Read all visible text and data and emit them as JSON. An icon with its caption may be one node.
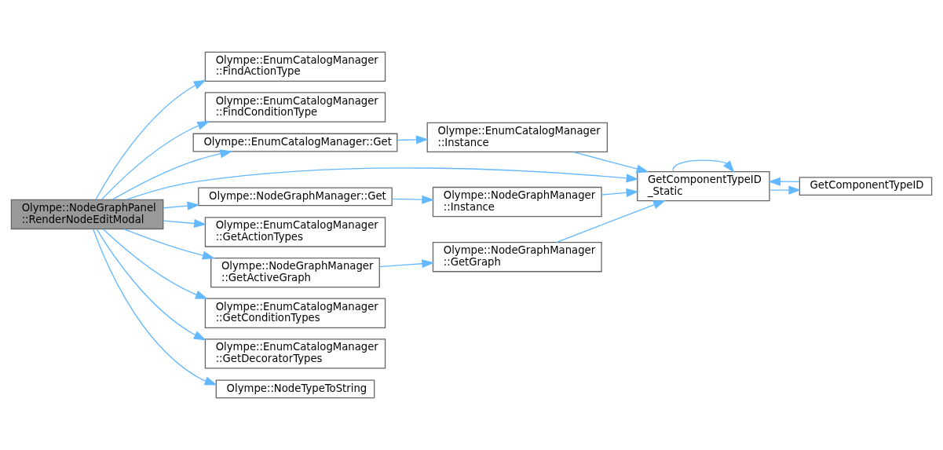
{
  "diagram": {
    "nodes": [
      {
        "text": [
          "Olympe::NodeGraphPanel ::RenderNodeEditModal"
        ]
      },
      {
        "text": [
          "Olympe::EnumCatalogManager ::FindActionType"
        ]
      },
      {
        "text": [
          "Olympe::EnumCatalogManager ::FindConditionType"
        ]
      },
      {
        "text": [
          "Olympe::EnumCatalogManager::Get"
        ]
      },
      {
        "text": [
          "Olympe::EnumCatalogManager ::Instance"
        ]
      },
      {
        "text": [
          "GetComponentTypeID _Static"
        ]
      },
      {
        "text": [
          "GetComponentTypeID"
        ]
      },
      {
        "text": [
          "Olympe::NodeGraphManager::Get"
        ]
      },
      {
        "text": [
          "Olympe::NodeGraphManager ::Instance"
        ]
      },
      {
        "text": [
          "Olympe::EnumCatalogManager ::GetActionTypes"
        ]
      },
      {
        "text": [
          "Olympe::NodeGraphManager ::GetActiveGraph"
        ]
      },
      {
        "text": [
          "Olympe::NodeGraphManager ::GetGraph"
        ]
      },
      {
        "text": [
          "Olympe::EnumCatalogManager ::GetConditionTypes"
        ]
      },
      {
        "text": [
          "Olympe::EnumCatalogManager ::GetDecoratorTypes"
        ]
      },
      {
        "text": [
          "Olympe::NodeTypeToString"
        ]
      }
    ],
    "edges": [
      {
        "from": 0,
        "to": 1,
        "arrow": "to"
      },
      {
        "from": 0,
        "to": 2,
        "arrow": "to"
      },
      {
        "from": 0,
        "to": 3,
        "arrow": "to"
      },
      {
        "from": 3,
        "to": 4,
        "arrow": "to"
      },
      {
        "from": 4,
        "to": 5,
        "arrow": "to"
      },
      {
        "from": 5,
        "to": 5,
        "arrow": "to"
      },
      {
        "from": 5,
        "to": 6,
        "arrow": "to"
      },
      {
        "from": 6,
        "to": 5,
        "arrow": "to"
      },
      {
        "from": 0,
        "to": 5,
        "arrow": "to"
      },
      {
        "from": 0,
        "to": 7,
        "arrow": "to"
      },
      {
        "from": 7,
        "to": 8,
        "arrow": "to"
      },
      {
        "from": 8,
        "to": 5,
        "arrow": "to"
      },
      {
        "from": 0,
        "to": 9,
        "arrow": "to"
      },
      {
        "from": 0,
        "to": 10,
        "arrow": "to"
      },
      {
        "from": 10,
        "to": 11,
        "arrow": "to"
      },
      {
        "from": 11,
        "to": 5,
        "arrow": "to"
      },
      {
        "from": 0,
        "to": 12,
        "arrow": "to"
      },
      {
        "from": 0,
        "to": 13,
        "arrow": "to"
      },
      {
        "from": 0,
        "to": 14,
        "arrow": "to"
      }
    ]
  }
}
